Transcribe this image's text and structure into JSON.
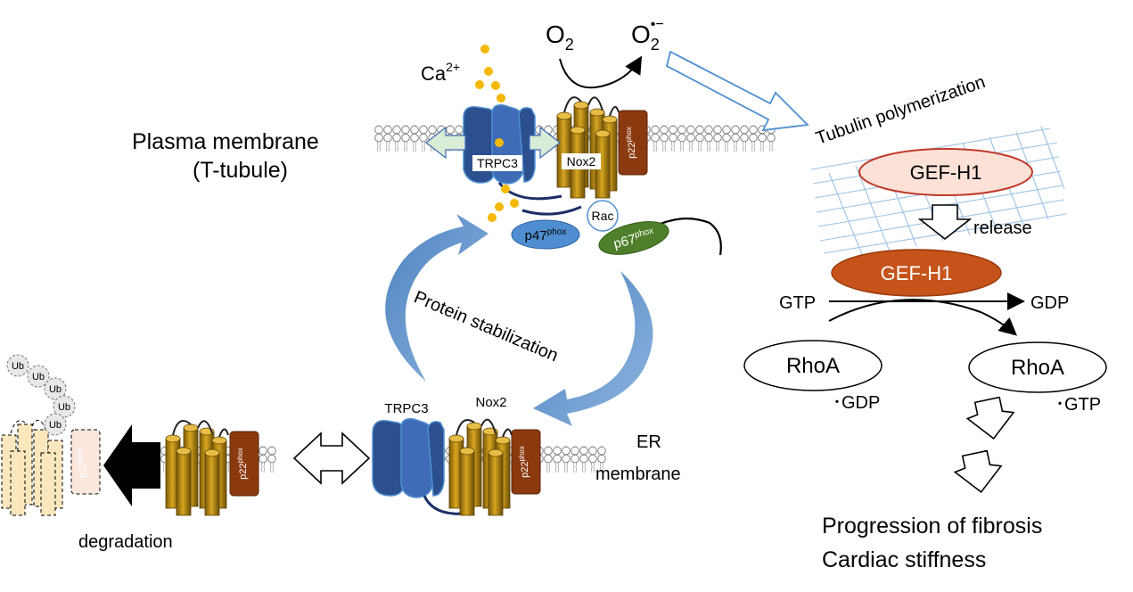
{
  "labels": {
    "ca_base": "Ca",
    "ca_sup": "2+",
    "o2": "O",
    "o2_sub": "2",
    "o2rad": "O",
    "o2rad_sub": "2",
    "o2rad_sup": "•−",
    "tubulin": "Tubulin polymerization",
    "plasma_line1": "Plasma membrane",
    "plasma_line2": "(T-tubule)",
    "trpc3_top": "TRPC3",
    "nox2_top": "Nox2",
    "p22_base": "p22",
    "p22_sup": "phox",
    "rac": "Rac",
    "p47_base": "p47",
    "p47_sup": "phox",
    "p67_base": "p67",
    "p67_sup": "phox",
    "gef_top": "GEF-H1",
    "release": "release",
    "gef_bottom": "GEF-H1",
    "gtp": "GTP",
    "gdp": "GDP",
    "protein_stab": "Protein stabilization",
    "rhoa_left": "RhoA",
    "rhoa_right": "RhoA",
    "dot_gdp": "･GDP",
    "dot_gtp": "･GTP",
    "ub": "Ub",
    "trpc3_bottom": "TRPC3",
    "nox2_bottom": "Nox2",
    "er_line1": "ER",
    "er_line2": "membrane",
    "degradation": "degradation",
    "progression": "Progression of fibrosis",
    "stiffness": "Cardiac stiffness"
  },
  "colors": {
    "trpc3": "#2b4f8f",
    "trpc3_light": "#3f6cb6",
    "nox2": "#b8860b",
    "p22": "#8b3a0f",
    "p47": "#4f8fd1",
    "p67": "#4f7f2a",
    "gef_top_fill": "#fbe1d6",
    "gef_top_stroke": "#c0392b",
    "gef_bottom_fill": "#c5531a",
    "calcium": "#f5b800",
    "cycle_arrow": "#5b8fc9",
    "grid": "#9cc3e6",
    "degraded": "#fbe7bd"
  }
}
